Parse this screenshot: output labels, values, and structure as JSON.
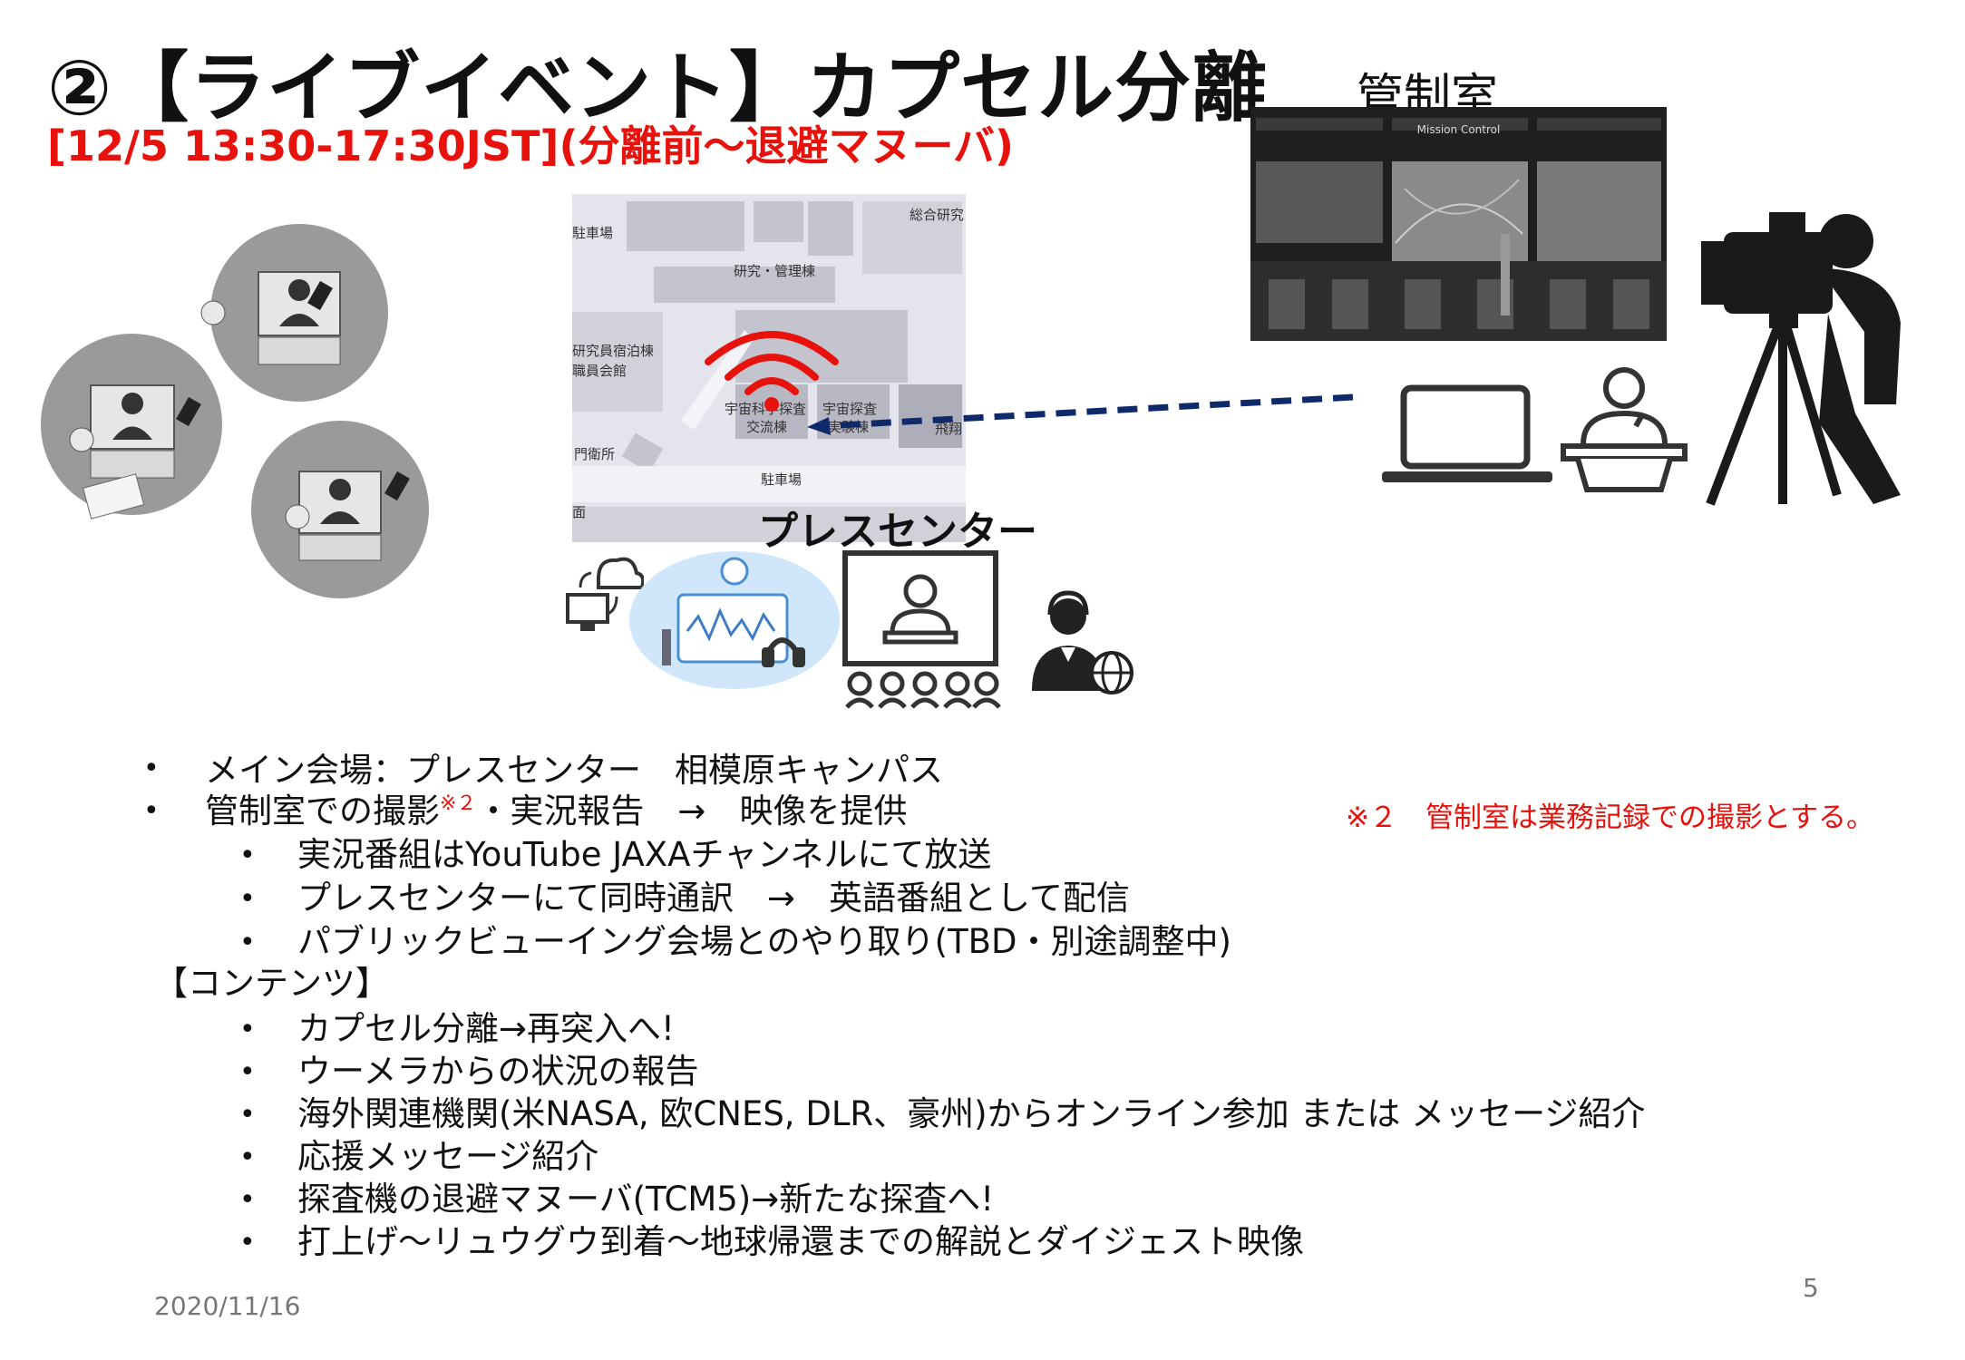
{
  "title": "②【ライブイベント】カプセル分離",
  "subtitle": "[12/5 13:30-17:30JST](分離前～退避マヌーバ)",
  "control_room": {
    "label": "管制室",
    "screen_text": "Mission Control"
  },
  "map": {
    "labels": {
      "parking_north": "駐車場",
      "research_center": "総合研究",
      "research_admin": "研究・管理棟",
      "lodging": "研究員宿泊棟",
      "staff_hall": "職員会館",
      "science_exchange_1": "宇宙科学探査",
      "science_exchange_2": "交流棟",
      "exploration_1": "宇宙探査",
      "exploration_2": "実験棟",
      "flight": "飛翔",
      "gate": "門衛所",
      "parking_south": "駐車場",
      "bottom_edge": "面"
    }
  },
  "press_center_label": "プレスセンター",
  "bullets": [
    {
      "text": "メイン会場：プレスセンター　相模原キャンパス"
    },
    {
      "text_before": "管制室での撮影",
      "note_mark": "※２",
      "text_after": "・実況報告　→　映像を提供"
    }
  ],
  "sub_bullets": [
    "実況番組はYouTube JAXAチャンネルにて放送",
    "プレスセンターにて同時通訳　→　英語番組として配信",
    "パブリックビューイング会場とのやり取り(TBD・別途調整中)"
  ],
  "contents_heading": "【コンテンツ】",
  "contents_items": [
    "カプセル分離→再突入へ!",
    "ウーメラからの状況の報告",
    "海外関連機関(米NASA, 欧CNES, DLR、豪州)からオンライン参加 または メッセージ紹介",
    "応援メッセージ紹介",
    "探査機の退避マヌーバ(TCM5)→新たな探査へ!",
    "打上げ～リュウグウ到着～地球帰還までの解説とダイジェスト映像"
  ],
  "note": "※２　管制室は業務記録での撮影とする。",
  "footer_date": "2020/11/16",
  "page_number": "5",
  "colors": {
    "accent_red": "#e8120c",
    "navy_arrow": "#0f2a6b",
    "wifi_red": "#e8120c"
  }
}
